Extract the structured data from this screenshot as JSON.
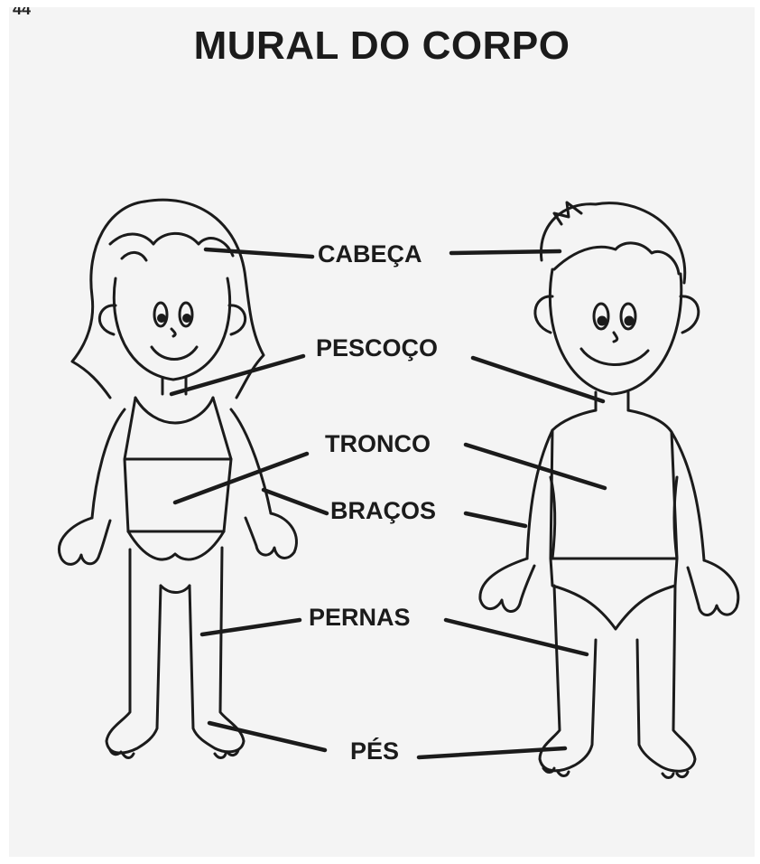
{
  "page_number": "44",
  "title": "MURAL DO CORPO",
  "labels": {
    "cabeca": "CABEÇA",
    "pescoco": "PESCOÇO",
    "tronco": "TRONCO",
    "bracos": "BRAÇOS",
    "pernas": "PERNAS",
    "pes": "PÉS"
  },
  "colors": {
    "ink": "#1b1b1b",
    "paper": "#f4f4f4"
  }
}
